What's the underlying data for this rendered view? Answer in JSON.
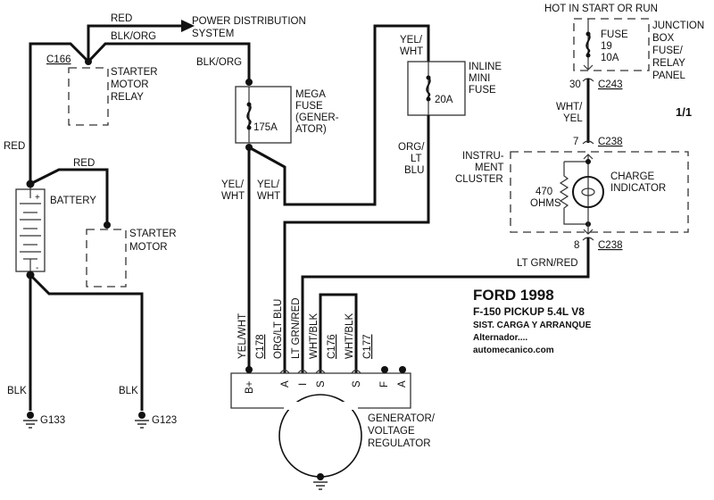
{
  "diagram": {
    "title": "FORD 1998",
    "vehicle": "F-150 PICKUP  5.4L  V8",
    "system": "SIST. CARGA Y ARRANQUE",
    "subtitle": "Alternador....",
    "website": "automecanico.com",
    "page": "1/1",
    "components": {
      "power_distribution": "POWER DISTRIBUTION",
      "power_distribution_2": "SYSTEM",
      "starter_relay": [
        "STARTER",
        "MOTOR",
        "RELAY"
      ],
      "battery": "BATTERY",
      "battery_plus": "+",
      "battery_minus": "-",
      "starter_motor": [
        "STARTER",
        "MOTOR"
      ],
      "mega_fuse": [
        "MEGA",
        "FUSE",
        "(GENER-",
        "ATOR)"
      ],
      "mega_fuse_rating": "175A",
      "inline_fuse": [
        "INLINE",
        "MINI",
        "FUSE"
      ],
      "inline_fuse_rating": "20A",
      "hot_label": "HOT IN START OR RUN",
      "jb_fuse": [
        "FUSE",
        "19",
        "10A"
      ],
      "junction_box": [
        "JUNCTION",
        "BOX",
        "FUSE/",
        "RELAY",
        "PANEL"
      ],
      "cluster": [
        "INSTRU-",
        "MENT",
        "CLUSTER"
      ],
      "resistor": [
        "470",
        "OHMS"
      ],
      "charge_indicator": [
        "CHARGE",
        "INDICATOR"
      ],
      "generator": [
        "GENERATOR/",
        "VOLTAGE",
        "REGULATOR"
      ]
    },
    "connectors": {
      "c166": "C166",
      "c243": "C243",
      "c243_pin": "30",
      "c238": "C238",
      "c238_pin_top": "7",
      "c238_pin_bottom": "8",
      "c178": "C178",
      "c176": "C176",
      "c177": "C177"
    },
    "wires": {
      "red_top": "RED",
      "blk_org_top": "BLK/ORG",
      "blk_org_right": "BLK/ORG",
      "red_left": "RED",
      "red_starter": "RED",
      "yel_wht_1": [
        "YEL/",
        "WHT"
      ],
      "yel_wht_2": [
        "YEL/",
        "WHT"
      ],
      "yel_wht_inline": [
        "YEL/",
        "WHT"
      ],
      "org_lt_blu": [
        "ORG/",
        "LT",
        "BLU"
      ],
      "wht_yel": [
        "WHT/",
        "YEL"
      ],
      "lt_grn_red": "LT GRN/RED",
      "blk_1": "BLK",
      "blk_2": "BLK",
      "gen_yel_wht": "YEL/WHT",
      "gen_org_lt_blu": "ORG/LT BLU",
      "gen_lt_grn_red": "LT GRN/RED",
      "gen_wht_blk_1": "WHT/BLK",
      "gen_wht_blk_2": "WHT/BLK"
    },
    "grounds": {
      "g133": "G133",
      "g123": "G123"
    },
    "generator_terminals": [
      "B+",
      "A",
      "I",
      "S",
      "S",
      "F",
      "A"
    ]
  }
}
